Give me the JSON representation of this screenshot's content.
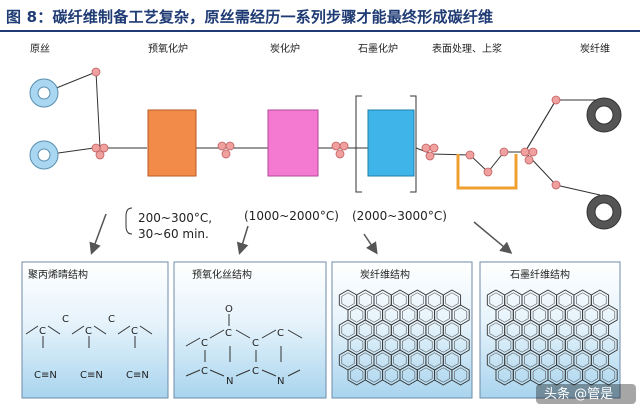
{
  "figure_title": "图 8：碳纤维制备工艺复杂，原丝需经历一系列步骤才能最终形成碳纤维",
  "stages": {
    "precursor": "原丝",
    "preox_furnace": "预氧化炉",
    "carbon_furnace": "炭化炉",
    "graphite_furnace": "石墨化炉",
    "surface_treatment": "表面处理、上浆",
    "carbon_fiber": "炭纤维"
  },
  "conditions": {
    "preox_line1": "200~300°C,",
    "preox_line2": "30~60 min.",
    "carbonization": "(1000~2000°C)",
    "graphitization": "(2000~3000°C)"
  },
  "panels": {
    "pan": "聚丙烯晴结构",
    "preox": "预氧化丝结构",
    "carbon": "炭纤维结构",
    "graphite": "石墨纤维结构"
  },
  "atoms": {
    "c": "C",
    "o": "O",
    "n": "N",
    "cn": "C≡N"
  },
  "watermark": "头条 @管是",
  "colors": {
    "title": "#1f3b73",
    "preox_box": "#f28a4a",
    "carbon_box": "#f37ad0",
    "graphite_box": "#3fb4e8",
    "roller": "#f1a0a0",
    "spool": "#a9d7f2",
    "tank": "#f0a030",
    "panel_top": "#ffffff",
    "panel_bottom": "#a8d4ee"
  },
  "icons": {
    "arrow": "arrow-down-icon",
    "roller": "roller-icon",
    "spool": "spool-icon",
    "bobbin": "bobbin-icon"
  }
}
